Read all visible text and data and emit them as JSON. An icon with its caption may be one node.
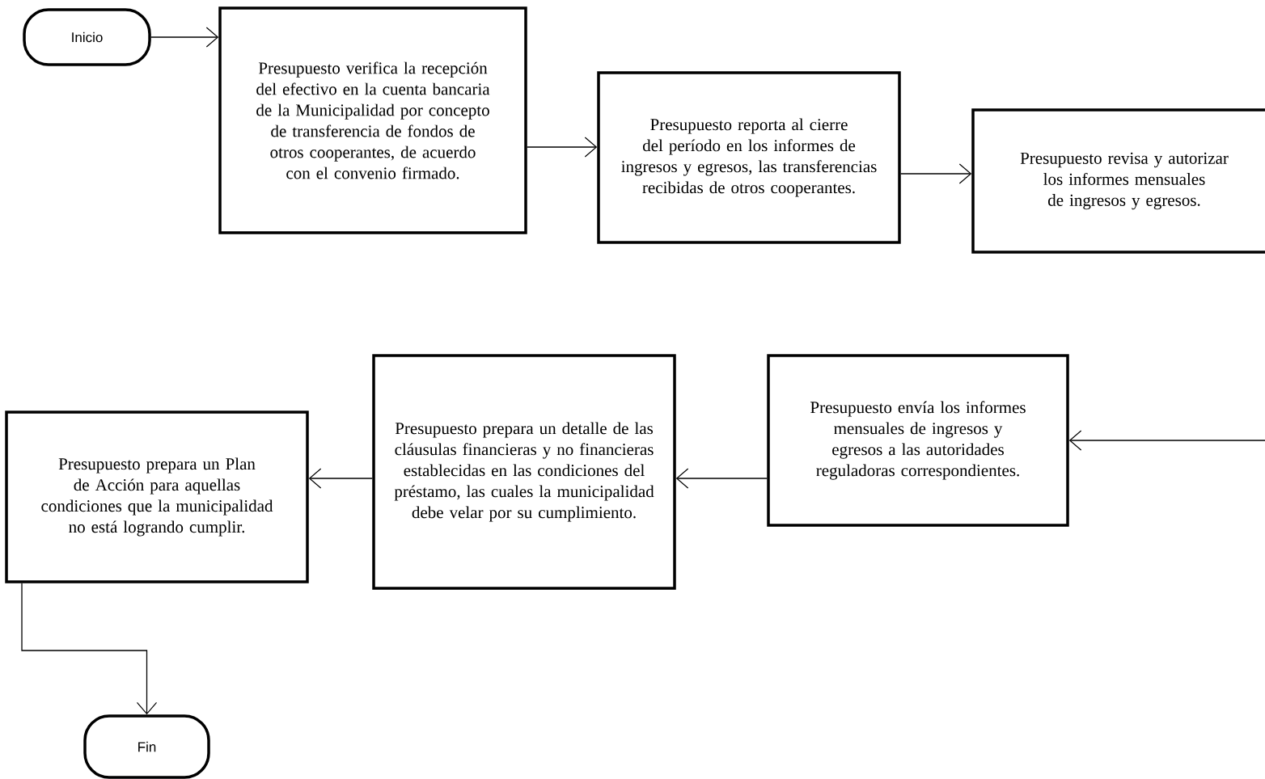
{
  "diagram": {
    "nodes": [
      {
        "text": [
          "Inicio"
        ]
      },
      {
        "text": [
          "Presupuesto verifica la recepción del efectivo en la cuenta bancaria de la Municipalidad por concepto de transferencia de fondos de otros cooperantes, de acuerdo con el convenio firmado."
        ]
      },
      {
        "text": [
          "Presupuesto reporta al cierre del período en los informes de ingresos y egresos, las transferencias recibidas de otros cooperantes."
        ]
      },
      {
        "text": [
          "Presupuesto revisa y autorizar los informes mensuales de ingresos y egresos."
        ]
      },
      {
        "text": [
          "Presupuesto envía los informes mensuales de ingresos y egresos a las autoridades reguladoras correspondientes."
        ]
      },
      {
        "text": [
          "Presupuesto prepara un detalle de las cláusulas financieras y no financieras establecidas en las condiciones del préstamo, las cuales la municipalidad debe velar por su cumplimiento."
        ]
      },
      {
        "text": [
          "Presupuesto prepara un Plan de Acción para aquellas condiciones que la municipalidad no está logrando cumplir."
        ]
      },
      {
        "text": [
          "Fin"
        ]
      }
    ],
    "edges": [
      {
        "from": 0,
        "to": 1,
        "arrow": "to"
      },
      {
        "from": 1,
        "to": 2,
        "arrow": "to"
      },
      {
        "from": 2,
        "to": 3,
        "arrow": "to"
      },
      {
        "from": null,
        "to": 4,
        "arrow": "to"
      },
      {
        "from": 4,
        "to": 5,
        "arrow": "to"
      },
      {
        "from": 5,
        "to": 6,
        "arrow": "to"
      },
      {
        "from": 6,
        "to": 7,
        "arrow": "to"
      }
    ]
  }
}
